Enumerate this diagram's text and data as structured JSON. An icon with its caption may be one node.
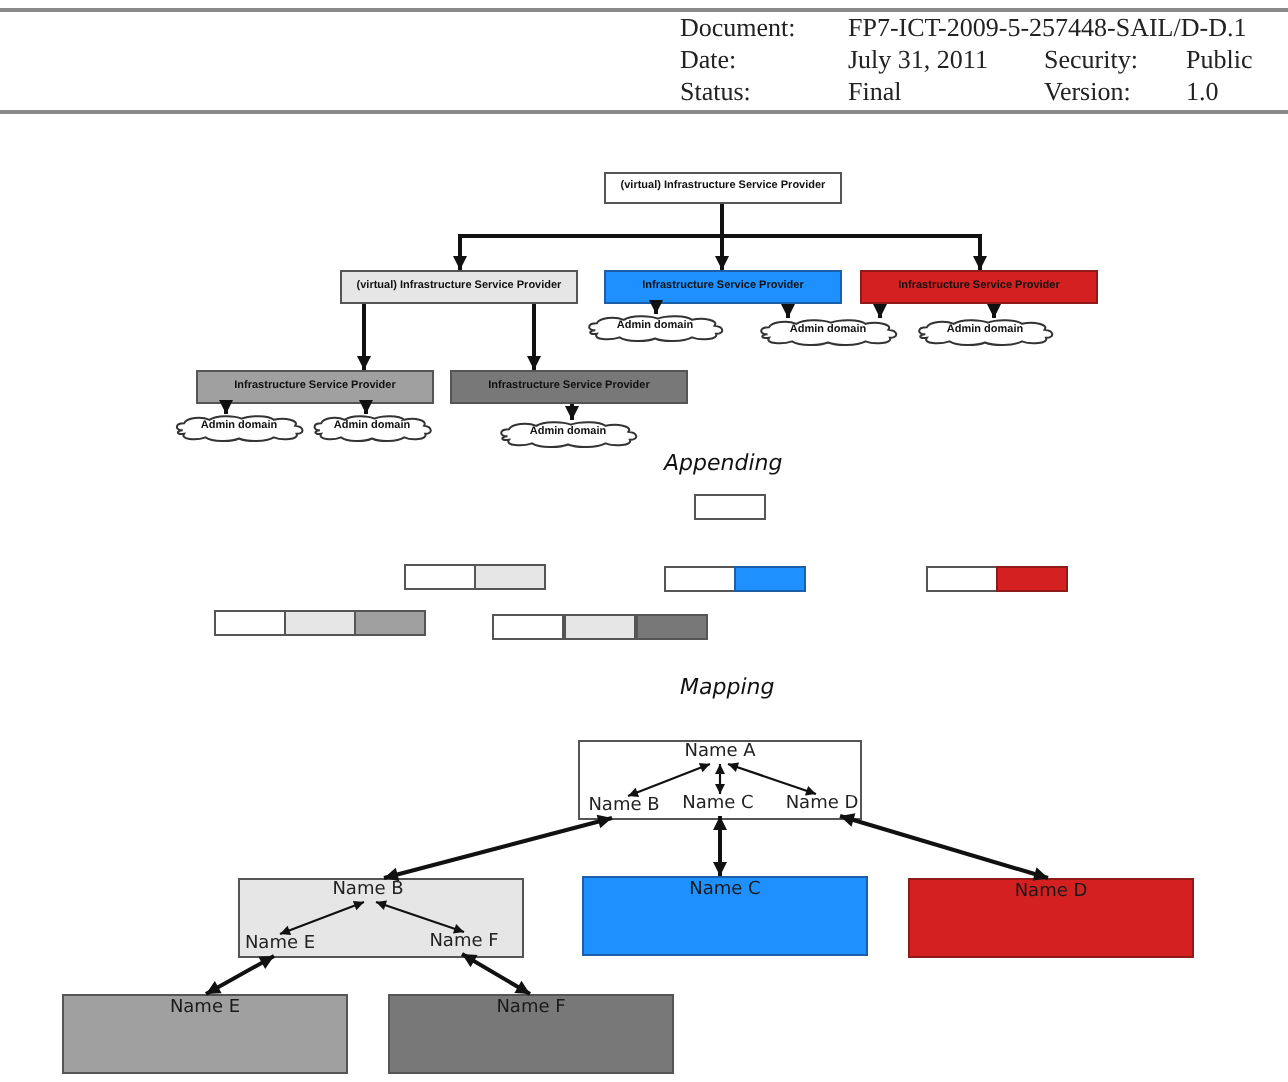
{
  "diagram": {
    "nodes": [
      {
        "text": [
          "(virtual) Infrastructure Service Provider"
        ]
      },
      {
        "text": [
          "(virtual) Infrastructure Service Provider"
        ]
      },
      {
        "text": [
          "Infrastructure Service Provider"
        ]
      },
      {
        "text": [
          "Infrastructure Service Provider"
        ]
      },
      {
        "text": [
          "Admin domain"
        ]
      },
      {
        "text": [
          "Admin domain"
        ]
      },
      {
        "text": [
          "Admin domain"
        ]
      },
      {
        "text": [
          "Infrastructure Service Provider"
        ]
      },
      {
        "text": [
          "Infrastructure Service Provider"
        ]
      },
      {
        "text": [
          "Admin domain"
        ]
      },
      {
        "text": [
          "Admin domain"
        ]
      },
      {
        "text": [
          "Admin domain"
        ]
      },
      {
        "text": [],
        "shape": "box"
      },
      {
        "text": [],
        "shape": "box"
      },
      {
        "text": [],
        "shape": "box"
      },
      {
        "text": [],
        "shape": "box"
      },
      {
        "text": [],
        "shape": "box"
      },
      {
        "text": [],
        "shape": "box"
      },
      {
        "text": [],
        "shape": "box"
      },
      {
        "text": [],
        "shape": "box"
      },
      {
        "text": [],
        "shape": "box"
      },
      {
        "text": [],
        "shape": "box"
      },
      {
        "text": [],
        "shape": "box"
      },
      {
        "text": [],
        "shape": "box"
      },
      {
        "text": [],
        "shape": "box"
      },
      {
        "text": [],
        "shape": "box"
      },
      {
        "text": [
          "Name A"
        ],
        "in": 25
      },
      {
        "text": [
          "Name B"
        ],
        "in": 25
      },
      {
        "text": [
          "Name C"
        ],
        "in": 25
      },
      {
        "text": [
          "Name D"
        ],
        "in": 25
      },
      {
        "text": [],
        "shape": "box"
      },
      {
        "text": [
          "Name B"
        ],
        "in": 30
      },
      {
        "text": [
          "Name E"
        ],
        "in": 30
      },
      {
        "text": [
          "Name F"
        ],
        "in": 30
      },
      {
        "text": [
          "Name C"
        ]
      },
      {
        "text": [
          "Name D"
        ]
      },
      {
        "text": [
          "Name E"
        ]
      },
      {
        "text": [
          "Name F"
        ]
      }
    ],
    "edges": [
      {
        "from": 0,
        "to": 1,
        "arrow": "to"
      },
      {
        "from": 0,
        "to": 2,
        "arrow": "to"
      },
      {
        "from": 0,
        "to": 3,
        "arrow": "to"
      },
      {
        "from": 1,
        "to": 7,
        "arrow": "to"
      },
      {
        "from": 1,
        "to": 8,
        "arrow": "to"
      },
      {
        "from": 2,
        "to": 4,
        "arrow": "to"
      },
      {
        "from": 2,
        "to": 5,
        "arrow": "to"
      },
      {
        "from": 3,
        "to": 5,
        "arrow": "to"
      },
      {
        "from": 3,
        "to": 6,
        "arrow": "to"
      },
      {
        "from": 7,
        "to": 9,
        "arrow": "to"
      },
      {
        "from": 7,
        "to": 10,
        "arrow": "to"
      },
      {
        "from": 8,
        "to": 11,
        "arrow": "to"
      },
      {
        "from": 26,
        "to": 27,
        "arrow": "both"
      },
      {
        "from": 26,
        "to": 28,
        "arrow": "both"
      },
      {
        "from": 26,
        "to": 29,
        "arrow": "both"
      },
      {
        "from": 27,
        "to": 30,
        "arrow": "both"
      },
      {
        "from": 28,
        "to": 34,
        "arrow": "both"
      },
      {
        "from": 29,
        "to": 35,
        "arrow": "both"
      },
      {
        "from": 31,
        "to": 32,
        "arrow": "both"
      },
      {
        "from": 31,
        "to": 33,
        "arrow": "both"
      },
      {
        "from": 32,
        "to": 36,
        "arrow": "both"
      },
      {
        "from": 33,
        "to": 37,
        "arrow": "both"
      }
    ],
    "labels": [
      "Document:",
      "FP7-ICT-2009-5-257448-SAIL/D-D.1",
      "Date:",
      "July 31, 2011",
      "Security:",
      "Public",
      "Status:",
      "Final",
      "Version:",
      "1.0",
      "Appending",
      "Mapping"
    ]
  }
}
